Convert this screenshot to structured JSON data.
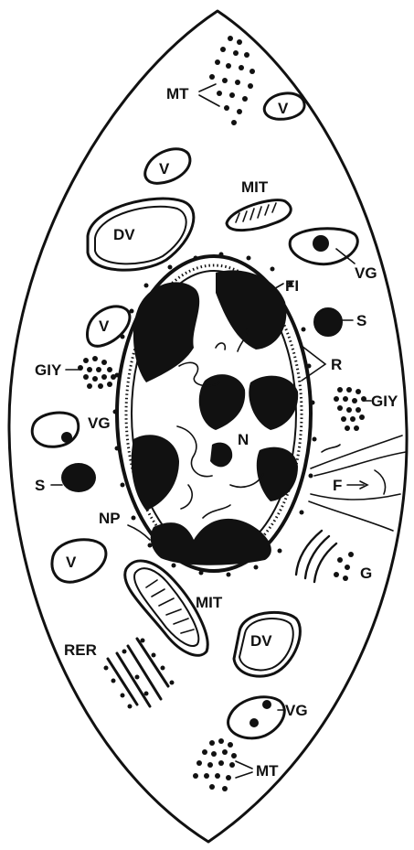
{
  "figure": {
    "labels": {
      "mt_top": "MT",
      "v_top_right": "V",
      "v_upper_left": "V",
      "mit_top": "MIT",
      "dv_left": "DV",
      "vg_right": "VG",
      "fi": "FI",
      "v_mid_left": "V",
      "s_right": "S",
      "r": "R",
      "giy_left": "GIY",
      "giy_right": "GIY",
      "vg_left": "VG",
      "n": "N",
      "s_left": "S",
      "f": "F",
      "np": "NP",
      "v_lower_left": "V",
      "g": "G",
      "mit_bottom": "MIT",
      "dv_bottom": "DV",
      "rer": "RER",
      "vg_bottom": "VG",
      "mt_bottom": "MT"
    },
    "colors": {
      "ink": "#111111",
      "paper": "#ffffff"
    }
  }
}
